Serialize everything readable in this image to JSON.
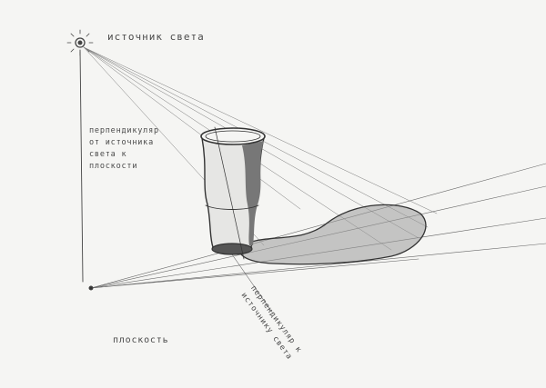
{
  "labels": {
    "light_source": "источник света",
    "perpendicular_source": [
      "перпендикуляр",
      "от источника",
      "света к",
      "плоскости"
    ],
    "perpendicular_to_source": [
      "перпендикуляр к",
      "источнику света"
    ],
    "plane": "плоскость"
  },
  "colors": {
    "paper": "#f5f5f3",
    "pencil": "#3a3a3a"
  }
}
